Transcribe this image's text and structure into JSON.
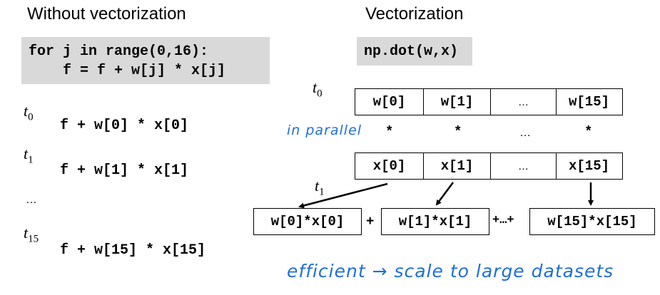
{
  "left": {
    "heading": "Without vectorization",
    "code": [
      "for j in range(0,16):",
      "    f = f + w[j] * x[j]"
    ],
    "steps": [
      {
        "t_base": "t",
        "t_sub": "0",
        "expr": "f + w[0] * x[0]"
      },
      {
        "t_base": "t",
        "t_sub": "1",
        "expr": "f + w[1] * x[1]"
      },
      {
        "t_base": "t",
        "t_sub": "15",
        "expr": "f + w[15] * x[15]"
      }
    ],
    "ellipsis": "…"
  },
  "right": {
    "heading": "Vectorization",
    "code": "np.dot(w,x)",
    "t0": {
      "base": "t",
      "sub": "0"
    },
    "t1": {
      "base": "t",
      "sub": "1"
    },
    "w_cells": [
      "w[0]",
      "w[1]",
      "…",
      "w[15]"
    ],
    "x_cells": [
      "x[0]",
      "x[1]",
      "…",
      "x[15]"
    ],
    "mult_row": [
      "*",
      "*",
      "…",
      "*"
    ],
    "products": [
      "w[0]*x[0]",
      "w[1]*x[1]",
      "w[15]*x[15]"
    ],
    "plus_ops": [
      "+",
      "+…+"
    ],
    "annotation_parallel": "in parallel",
    "annotation_efficient": "efficient → scale to large datasets"
  },
  "colors": {
    "code_bg": "#d9d9d9",
    "handwriting": "#1f6fd6"
  }
}
